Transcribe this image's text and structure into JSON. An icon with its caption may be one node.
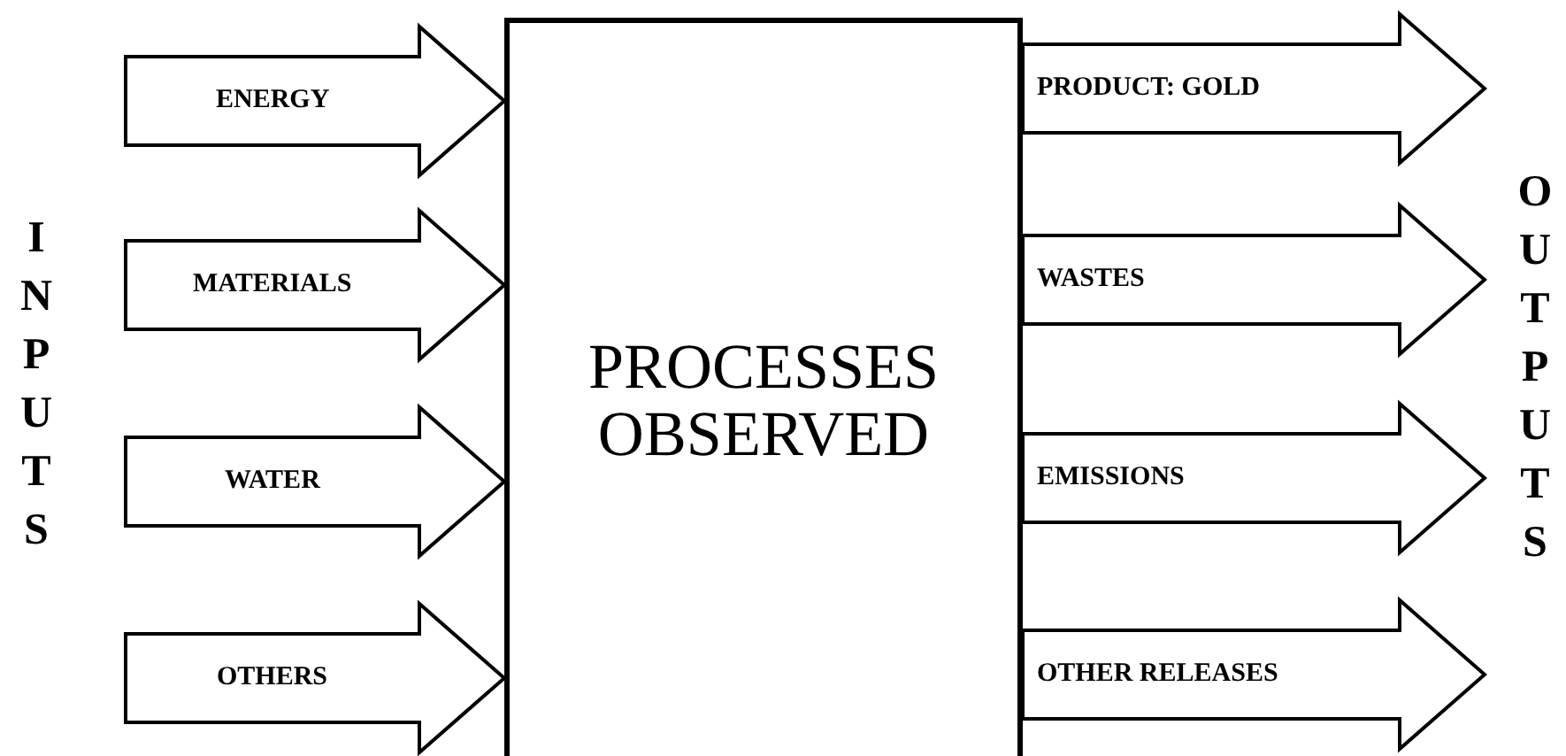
{
  "diagram": {
    "nodes": [
      {
        "text": [
          "INPUTS"
        ]
      },
      {
        "text": [
          "PROCESSES OBSERVED"
        ]
      },
      {
        "text": [
          "OUTPUTS"
        ]
      }
    ],
    "edges": [
      {
        "from": 0,
        "to": 1,
        "arrow": "to",
        "label": "ENERGY"
      },
      {
        "from": 0,
        "to": 1,
        "arrow": "to",
        "label": "MATERIALS"
      },
      {
        "from": 0,
        "to": 1,
        "arrow": "to",
        "label": "WATER"
      },
      {
        "from": 0,
        "to": 1,
        "arrow": "to",
        "label": "OTHERS"
      },
      {
        "from": 1,
        "to": 2,
        "arrow": "to",
        "label": "PRODUCT: GOLD"
      },
      {
        "from": 1,
        "to": 2,
        "arrow": "to",
        "label": "WASTES"
      },
      {
        "from": 1,
        "to": 2,
        "arrow": "to",
        "label": "EMISSIONS"
      },
      {
        "from": 1,
        "to": 2,
        "arrow": "to",
        "label": "OTHER RELEASES"
      }
    ]
  }
}
